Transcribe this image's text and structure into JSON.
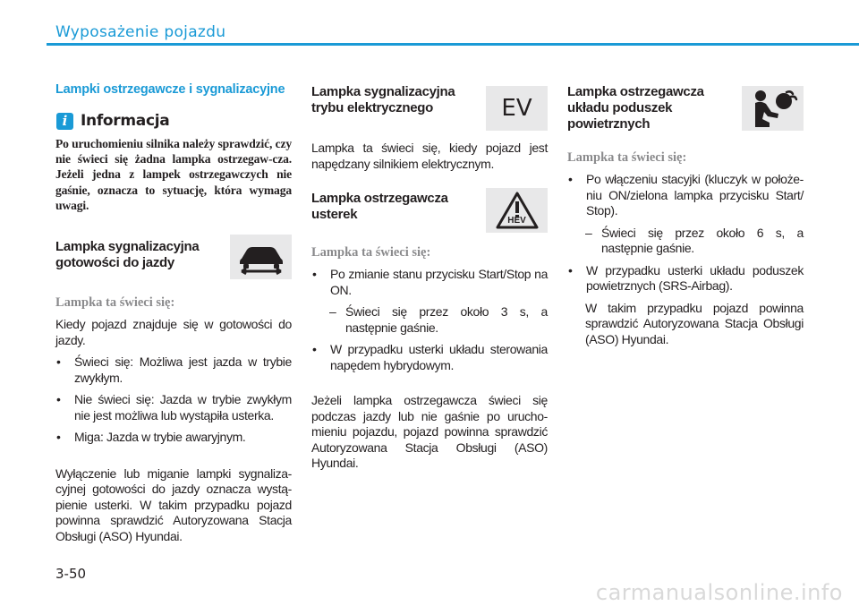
{
  "header": {
    "title": "Wyposażenie pojazdu"
  },
  "col1": {
    "section_title": "Lampki ostrzegawcze i sygnalizacyjne",
    "info_title": "Informacja",
    "info_icon": "i",
    "info_body": "Po uruchomieniu silnika należy sprawdzić, czy nie świeci się żadna lampka ostrzegaw-cza. Jeżeli jedna z lampek ostrzegawczych nie gaśnie, oznacza to sytuację, która wymaga uwagi.",
    "lamp_title_1": "Lampka sygnalizacyjna",
    "lamp_title_2": "gotowości do jazdy",
    "lamp_icon": "ready-car-icon",
    "subhead": "Lampka ta świeci się:",
    "intro": "Kiedy pojazd znajduje się w gotowości do jazdy.",
    "bullets": [
      "Świeci się: Możliwa jest jazda w trybie zwykłym.",
      "Nie świeci się: Jazda w trybie zwykłym nie jest możliwa lub wystąpiła usterka.",
      "Miga: Jazda w trybie awaryjnym."
    ],
    "closing": "Wyłączenie lub miganie lampki sygnaliza-cyjnej gotowości do jazdy oznacza wystą-pienie usterki. W takim przypadku pojazd powinna sprawdzić Autoryzowana Stacja Obsługi (ASO) Hyundai."
  },
  "col2": {
    "ev_title_1": "Lampka sygnalizacyjna",
    "ev_title_2": "trybu elektrycznego",
    "ev_icon_text": "EV",
    "ev_body": "Lampka ta świeci się, kiedy pojazd jest napędzany silnikiem elektrycznym.",
    "fault_title_1": "Lampka ostrzegawcza",
    "fault_title_2": "usterek",
    "fault_icon_text": "HEV",
    "subhead": "Lampka ta świeci się:",
    "bullet1": "Po zmianie stanu przycisku Start/Stop na ON.",
    "dash1": "Świeci się przez około 3 s, a następnie gaśnie.",
    "bullet2": "W przypadku usterki układu sterowania napędem hybrydowym.",
    "closing": "Jeżeli lampka ostrzegawcza świeci się podczas jazdy lub nie gaśnie po urucho-mieniu pojazdu, pojazd powinna sprawdzić Autoryzowana Stacja Obsługi (ASO) Hyundai."
  },
  "col3": {
    "title_1": "Lampka ostrzegawcza",
    "title_2": "układu poduszek",
    "title_3": "powietrznych",
    "icon": "airbag-icon",
    "subhead": "Lampka ta świeci się:",
    "bullet1": "Po włączeniu stacyjki (kluczyk w położe-niu ON/zielona lampka przycisku Start/ Stop).",
    "dash1": "Świeci się przez około 6 s, a następnie gaśnie.",
    "bullet2": "W przypadku usterki układu poduszek powietrznych (SRS-Airbag).",
    "indent": "W takim przypadku pojazd powinna sprawdzić Autoryzowana Stacja Obsługi (ASO) Hyundai."
  },
  "footer": {
    "page": "3-50",
    "watermark": "carmanualsonline.info"
  },
  "colors": {
    "accent": "#1a9ad6",
    "icon_bg": "#e8e8e9",
    "subhead": "#8a8a8c"
  }
}
